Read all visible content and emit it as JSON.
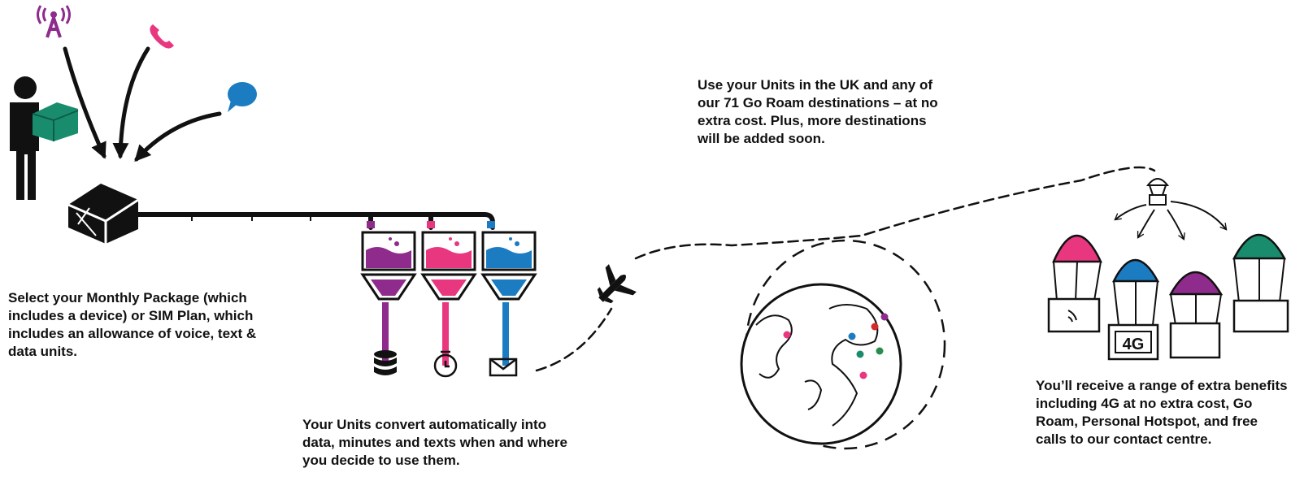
{
  "captions": {
    "package": "Select your Monthly Package (which includes a device) or SIM Plan, which includes an allowance of voice, text & data units.",
    "units": "Your Units convert automatically into data, minutes and texts when and where you decide to use them.",
    "roam": "Use your Units in the UK and any of our 71 Go Roam destinations – at no extra cost. Plus, more destinations will be added soon.",
    "benefits": "You’ll receive a range of extra benefits including 4G at no extra cost, Go Roam, Personal Hotspot, and free calls to our contact centre."
  },
  "labels": {
    "four_g": "4G"
  },
  "colors": {
    "purple": "#8e2b8c",
    "pink": "#e8377f",
    "blue": "#1b7cc1",
    "teal": "#1a8c6e",
    "red": "#d32a2a",
    "green": "#2a8c4a",
    "ink": "#111111"
  },
  "icons": {
    "signal": "cell-tower-icon",
    "call": "phone-icon",
    "text": "chat-bubble-icon",
    "data": "database-icon",
    "minutes": "stopwatch-icon",
    "texts": "envelope-icon",
    "travel": "airplane-icon",
    "world": "globe-icon"
  }
}
